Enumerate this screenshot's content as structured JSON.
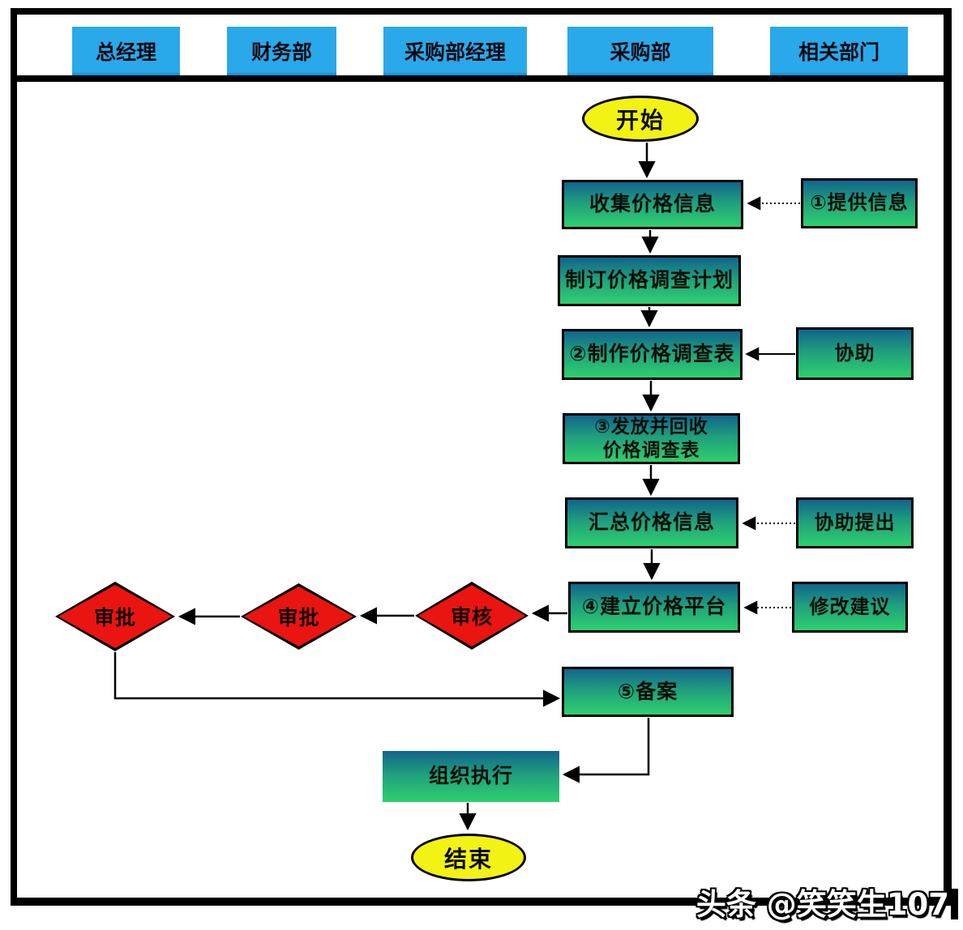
{
  "header": {
    "lanes": [
      {
        "label": "总经理"
      },
      {
        "label": "财务部"
      },
      {
        "label": "采购部经理"
      },
      {
        "label": "采购部"
      },
      {
        "label": "相关部门"
      }
    ]
  },
  "nodes": {
    "start": "开始",
    "collect": "收集价格信息",
    "provide": "①提供信息",
    "plan": "制订价格调查计划",
    "make_form": "②制作价格调查表",
    "assist": "协助",
    "distribute_line1": "③发放并回收",
    "distribute_line2": "价格调查表",
    "summarize": "汇总价格信息",
    "assist_propose": "协助提出",
    "platform": "④建立价格平台",
    "modify": "修改建议",
    "review": "审核",
    "approve_mid": "审批",
    "approve_left": "审批",
    "record": "⑤备案",
    "execute": "组织执行",
    "end": "结束"
  },
  "watermark": {
    "text": "头条 @笑笑生107"
  },
  "colors": {
    "lane_blue": "#29A9E9",
    "process_gradient_top": "#11658C",
    "process_gradient_bottom": "#2FD06E",
    "diamond_red": "#EA1410",
    "terminal_yellow": "#F2F215",
    "frame_black": "#000000"
  }
}
